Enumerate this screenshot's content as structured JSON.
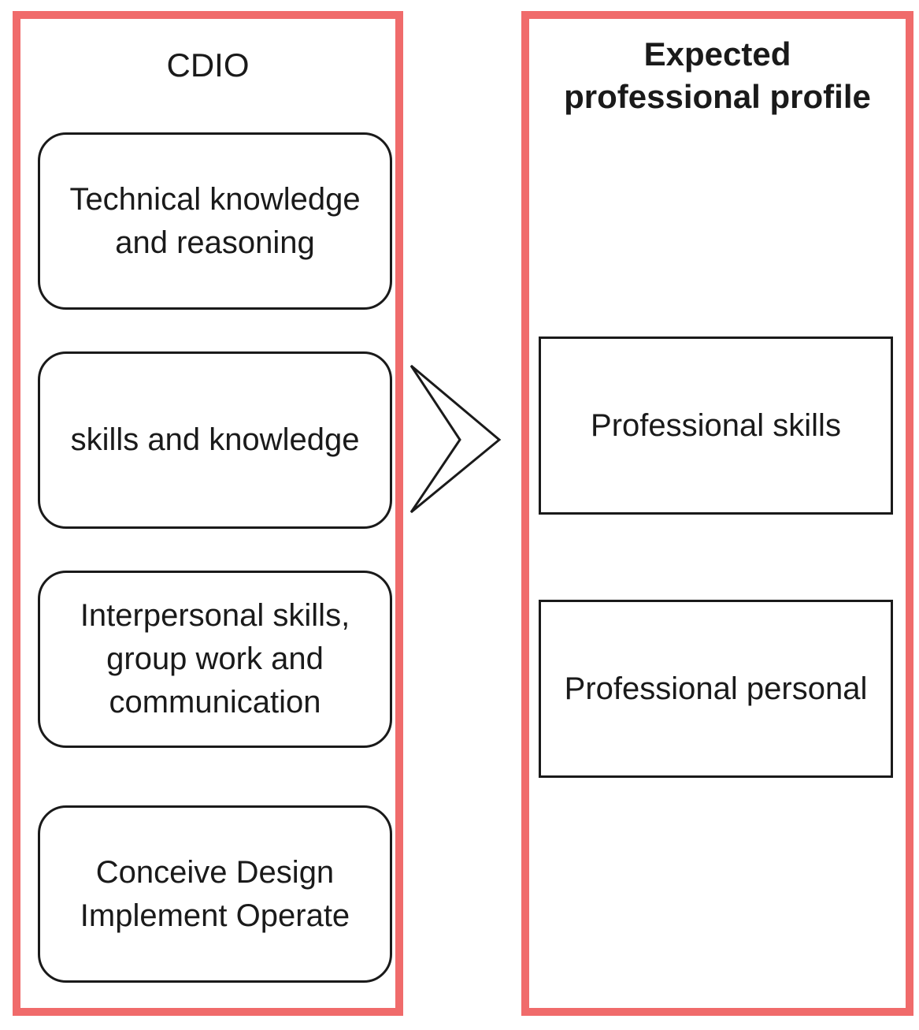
{
  "left_panel": {
    "title": "CDIO",
    "items": [
      {
        "label": "Technical knowledge and reasoning"
      },
      {
        "label": "skills and knowledge"
      },
      {
        "label": "Interpersonal skills, group work and communication"
      },
      {
        "label": "Conceive Design Implement Operate"
      }
    ]
  },
  "right_panel": {
    "title": "Expected professional profile",
    "items": [
      {
        "label": "Professional skills"
      },
      {
        "label": "Professional personal"
      }
    ]
  },
  "colors": {
    "panel_border": "#f06b6b",
    "box_border": "#1a1a1a"
  },
  "icons": {
    "connector": "chevron-arrow-right-icon"
  }
}
